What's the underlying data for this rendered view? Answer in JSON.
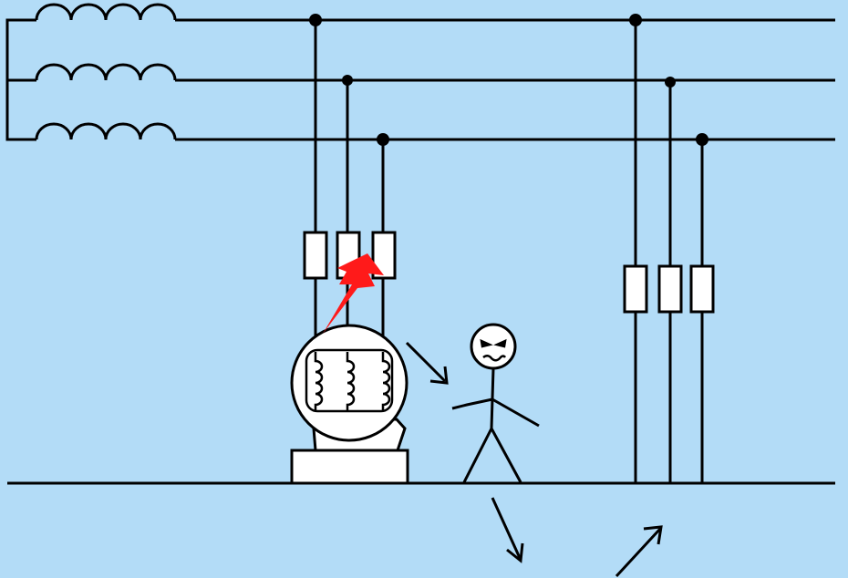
{
  "colors": {
    "background": "#b3dcf7",
    "line": "#000000",
    "fill_white": "#ffffff",
    "fault_spark": "#ff1a1a"
  },
  "diagram": {
    "phase_lines": 3,
    "ground_line": 1,
    "motor_fuses": 3,
    "feeder_fuses": 3,
    "motor_windings": 3,
    "elements": [
      "transformer-coils",
      "three-phase-bus",
      "fuses",
      "motor",
      "fault-lightning",
      "person",
      "current-path-arrows",
      "ground-bus"
    ]
  }
}
